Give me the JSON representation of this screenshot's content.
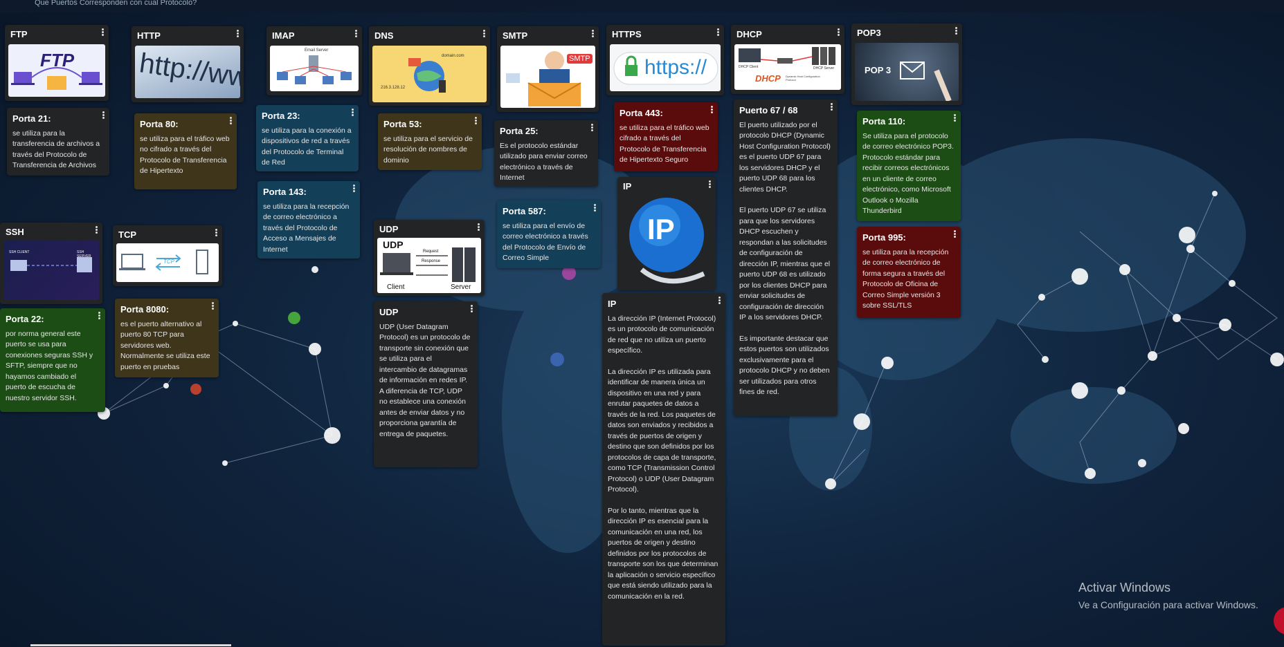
{
  "header": {
    "title": "Que Puertos Corresponden con cual Protocolo?"
  },
  "cards": {
    "ftp": {
      "title": "FTP",
      "thumb": "FTP"
    },
    "http": {
      "title": "HTTP",
      "thumb": "http://ww"
    },
    "imap": {
      "title": "IMAP",
      "thumb_server": "Email Server"
    },
    "dns": {
      "title": "DNS",
      "thumb_domain": "domain.com",
      "thumb_ip": "216.3.128.12"
    },
    "smtp": {
      "title": "SMTP",
      "thumb": "SMTP"
    },
    "https": {
      "title": "HTTPS",
      "thumb": "https://"
    },
    "dhcp": {
      "title": "DHCP",
      "thumb": "DHCP",
      "thumb_sub": "Dynamic Host Configuration Protocol",
      "thumb_client": "DHCP Client",
      "thumb_server": "DHCP Server"
    },
    "pop3": {
      "title": "POP3",
      "thumb": "POP 3"
    },
    "ssh": {
      "title": "SSH",
      "thumb_client": "SSH CLIENT",
      "thumb_server": "SSH SERVER"
    },
    "tcp": {
      "title": "TCP",
      "thumb": "TCP"
    },
    "udp": {
      "title": "UDP",
      "thumb": "UDP",
      "thumb_request": "Request",
      "thumb_response": "Response",
      "thumb_client": "Client",
      "thumb_server": "Server"
    },
    "ip": {
      "title": "IP",
      "thumb": "IP"
    }
  },
  "ports": {
    "p21": {
      "title": "Porta 21:",
      "text": "se utiliza para la transferencia de archivos a través del Protocolo de Transferencia de Archivos"
    },
    "p80": {
      "title": "Porta 80:",
      "text": "se utiliza para el tráfico web no cifrado a través del Protocolo de Transferencia de Hipertexto"
    },
    "p23": {
      "title": "Porta 23:",
      "text": "se utiliza para la conexión a dispositivos de red a través del Protocolo de Terminal de Red"
    },
    "p143": {
      "title": "Porta 143:",
      "text": "se utiliza para la recepción de correo electrónico a través del Protocolo de Acceso a Mensajes de Internet"
    },
    "p53": {
      "title": "Porta 53:",
      "text": "se utiliza para el servicio de resolución de nombres de dominio"
    },
    "p25": {
      "title": "Porta 25:",
      "text": "Es el protocolo estándar utilizado para enviar correo electrónico a través de Internet"
    },
    "p587": {
      "title": "Porta 587:",
      "text": "se utiliza para el envío de correo electrónico a través del Protocolo de Envío de Correo Simple"
    },
    "p443": {
      "title": "Porta 443:",
      "text": "se utiliza para el tráfico web cifrado a través del Protocolo de Transferencia de Hipertexto Seguro"
    },
    "p6768": {
      "title": "Puerto 67 / 68",
      "p1": "El puerto utilizado por el protocolo DHCP (Dynamic Host Configuration Protocol) es el puerto UDP 67 para los servidores DHCP y el puerto UDP 68 para los clientes DHCP.",
      "p2": "El puerto UDP 67 se utiliza para que los servidores DHCP escuchen y respondan a las solicitudes de configuración de dirección IP, mientras que el puerto UDP 68 es utilizado por los clientes DHCP para enviar solicitudes de configuración de dirección IP a los servidores DHCP.",
      "p3": "Es importante destacar que estos puertos son utilizados exclusivamente para el protocolo DHCP y no deben ser utilizados para otros fines de red."
    },
    "p110": {
      "title": "Porta 110:",
      "text": "Se utiliza para el protocolo de correo electrónico POP3. Protocolo estándar para recibir correos electrónicos en un cliente de correo electrónico, como Microsoft Outlook o Mozilla Thunderbird"
    },
    "p995": {
      "title": "Porta 995:",
      "text": "se utiliza para la recepción de correo electrónico de forma segura a través del Protocolo de Oficina de Correo Simple versión 3 sobre SSL/TLS"
    },
    "p22": {
      "title": "Porta 22:",
      "text": "por norma general este puerto se usa para conexiones seguras SSH y SFTP, siempre que no hayamos cambiado el puerto de escucha de nuestro servidor SSH."
    },
    "p8080": {
      "title": "Porta 8080:",
      "text": "es el puerto alternativo al puerto 80 TCP para servidores web. Normalmente se utiliza este puerto en pruebas"
    },
    "udp_desc": {
      "title": "UDP",
      "text": "UDP (User Datagram Protocol) es un protocolo de transporte sin conexión que se utiliza para el intercambio de datagramas de información en redes IP. A diferencia de TCP, UDP no establece una conexión antes de enviar datos y no proporciona garantía de entrega de paquetes."
    },
    "ip_desc": {
      "title": "IP",
      "p1": "La dirección IP (Internet Protocol) es un protocolo de comunicación de red que no utiliza un puerto específico.",
      "p2": "La dirección IP es utilizada para identificar de manera única un dispositivo en una red y para enrutar paquetes de datos a través de la red. Los paquetes de datos son enviados y recibidos a través de puertos de origen y destino que son definidos por los protocolos de capa de transporte, como TCP (Transmission Control Protocol) o UDP (User Datagram Protocol).",
      "p3": "Por lo tanto, mientras que la dirección IP es esencial para la comunicación en una red, los puertos de origen y destino definidos por los protocolos de transporte son los que determinan la aplicación o servicio específico que está siendo utilizado para la comunicación en la red."
    }
  },
  "watermark": {
    "line1": "Activar Windows",
    "line2": "Ve a Configuración para activar Windows."
  },
  "colors": {
    "dark": "#222426",
    "brown": "#3e351b",
    "teal": "#143f58",
    "green": "#1c4d14",
    "red": "#5a0c0c",
    "background": "#10243d"
  }
}
